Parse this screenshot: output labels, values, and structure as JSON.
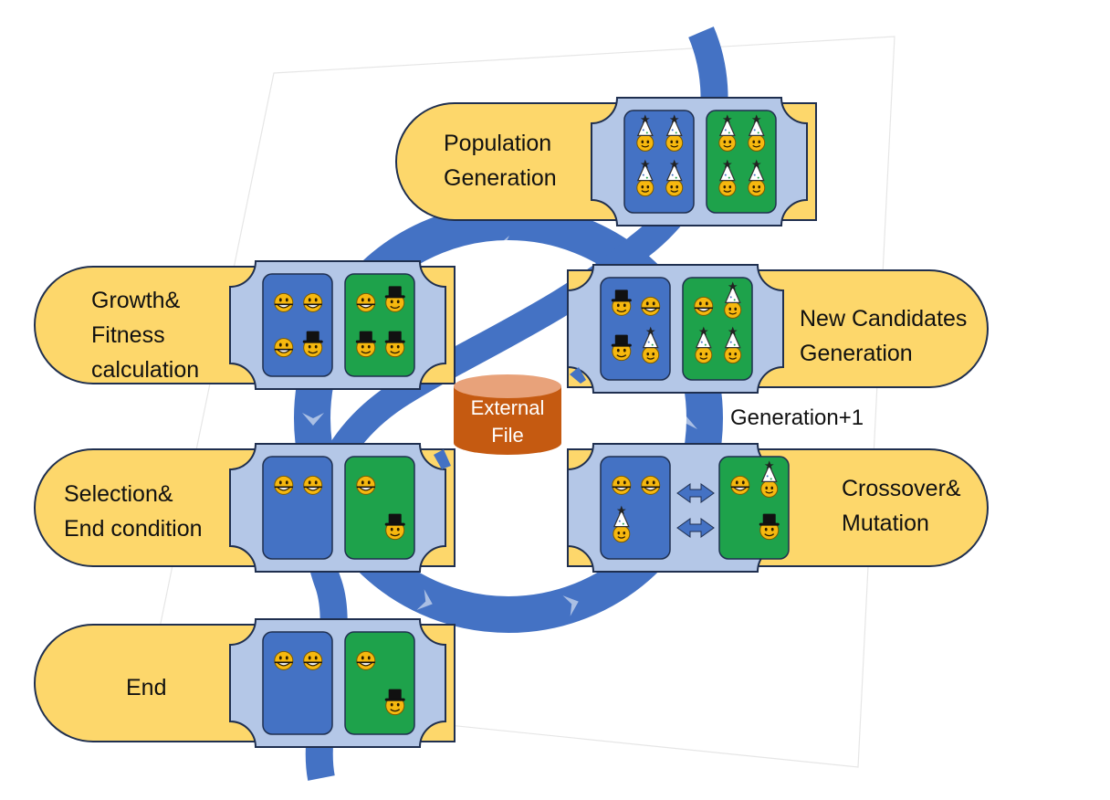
{
  "diagram": {
    "center_label": "External\nFile",
    "loop_label": "Generation+1",
    "colors": {
      "stage_pill": "#fdd76b",
      "frame": "#b4c7e7",
      "frame_border": "#1f2f4f",
      "panel_a": "#4472c4",
      "panel_b": "#1ea24b",
      "cycle_arrow": "#4472c4",
      "database": "#c55a11"
    },
    "stages": [
      {
        "id": "population",
        "label": "Population\nGeneration",
        "panel_a": [
          "party-hat-face-icon",
          "party-hat-face-icon",
          "party-hat-face-icon",
          "party-hat-face-icon"
        ],
        "panel_b": [
          "party-hat-face-icon",
          "party-hat-face-icon",
          "party-hat-face-icon",
          "party-hat-face-icon"
        ]
      },
      {
        "id": "fitness",
        "label": "Growth&\nFitness\ncalculation",
        "panel_a": [
          "smiley-face-icon",
          "smiley-face-icon",
          "smiley-face-icon",
          "top-hat-face-icon"
        ],
        "panel_b": [
          "smiley-face-icon",
          "top-hat-face-icon",
          "top-hat-face-icon",
          "top-hat-face-icon"
        ]
      },
      {
        "id": "new-candidates",
        "label": "New Candidates\nGeneration",
        "panel_a": [
          "top-hat-face-icon",
          "smiley-face-icon",
          "top-hat-face-icon",
          "party-hat-face-icon"
        ],
        "panel_b": [
          "smiley-face-icon",
          "party-hat-face-icon",
          "party-hat-face-icon",
          "party-hat-face-icon"
        ]
      },
      {
        "id": "selection",
        "label": "Selection&\nEnd condition",
        "panel_a": [
          "smiley-face-icon",
          "smiley-face-icon"
        ],
        "panel_b": [
          "smiley-face-icon",
          "top-hat-face-icon"
        ]
      },
      {
        "id": "crossover",
        "label": "Crossover&\nMutation",
        "panel_a": [
          "smiley-face-icon",
          "smiley-face-icon",
          "party-hat-face-icon"
        ],
        "panel_b": [
          "smiley-face-icon",
          "party-hat-face-icon",
          "top-hat-face-icon"
        ]
      },
      {
        "id": "end",
        "label": "End",
        "panel_a": [
          "smiley-face-icon",
          "smiley-face-icon"
        ],
        "panel_b": [
          "smiley-face-icon",
          "top-hat-face-icon"
        ]
      }
    ]
  }
}
